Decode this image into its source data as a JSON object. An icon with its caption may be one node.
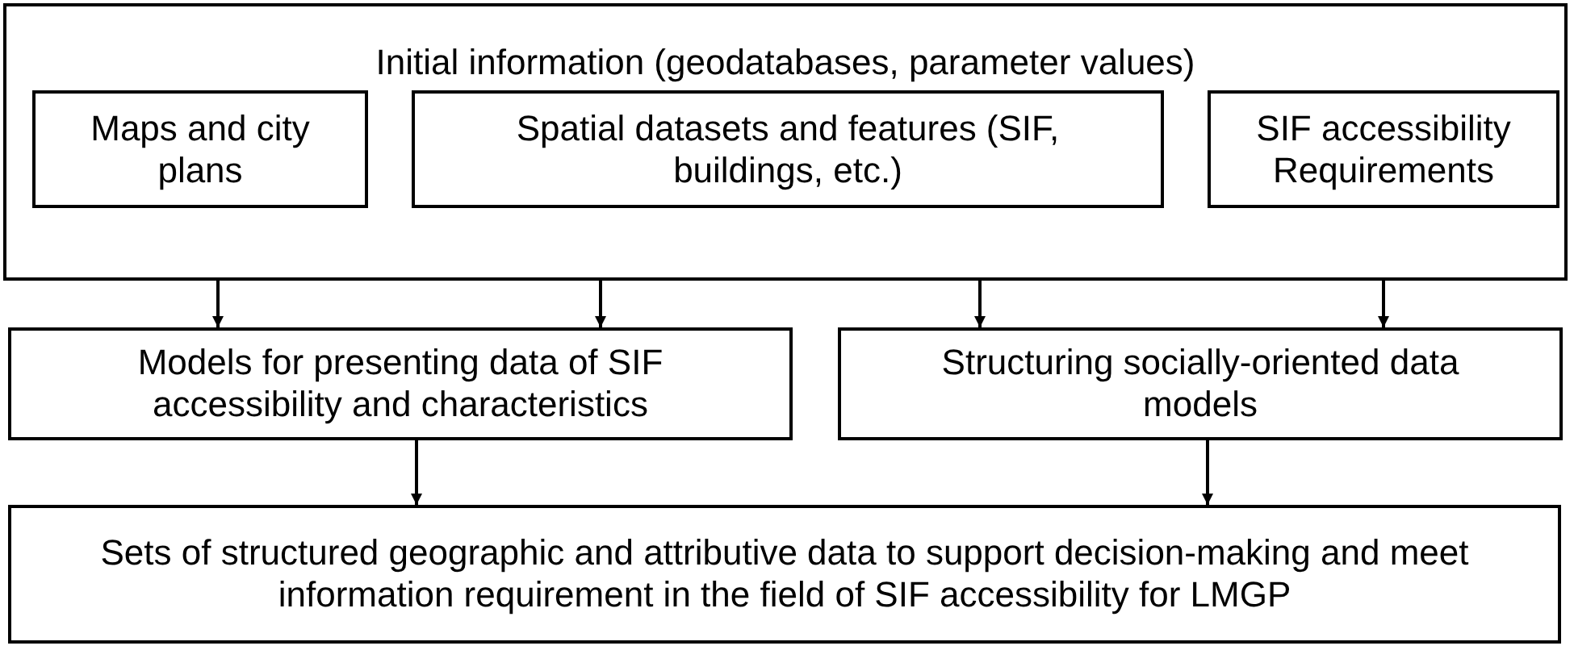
{
  "diagram": {
    "nodes": [
      {
        "text": [
          "Initial information (geodatabases, parameter values)"
        ]
      },
      {
        "text": [
          "Maps and city plans"
        ],
        "in": 0
      },
      {
        "text": [
          "Spatial datasets and features (SIF, buildings, etc.)"
        ],
        "in": 0
      },
      {
        "text": [
          "SIF accessibility Requirements"
        ],
        "in": 0
      },
      {
        "text": [
          "Models for presenting data of SIF accessibility and characteristics"
        ]
      },
      {
        "text": [
          "Structuring socially-oriented data models"
        ]
      },
      {
        "text": [
          "Sets of structured geographic and attributive data to support decision-making and meet information requirement in the field of SIF accessibility for LMGP"
        ]
      }
    ],
    "edges": [
      {
        "from": 0,
        "to": 4,
        "arrow": "to"
      },
      {
        "from": 0,
        "to": 4,
        "arrow": "to"
      },
      {
        "from": 0,
        "to": 5,
        "arrow": "to"
      },
      {
        "from": 0,
        "to": 5,
        "arrow": "to"
      },
      {
        "from": 4,
        "to": 6,
        "arrow": "to"
      },
      {
        "from": 5,
        "to": 6,
        "arrow": "to"
      }
    ]
  }
}
